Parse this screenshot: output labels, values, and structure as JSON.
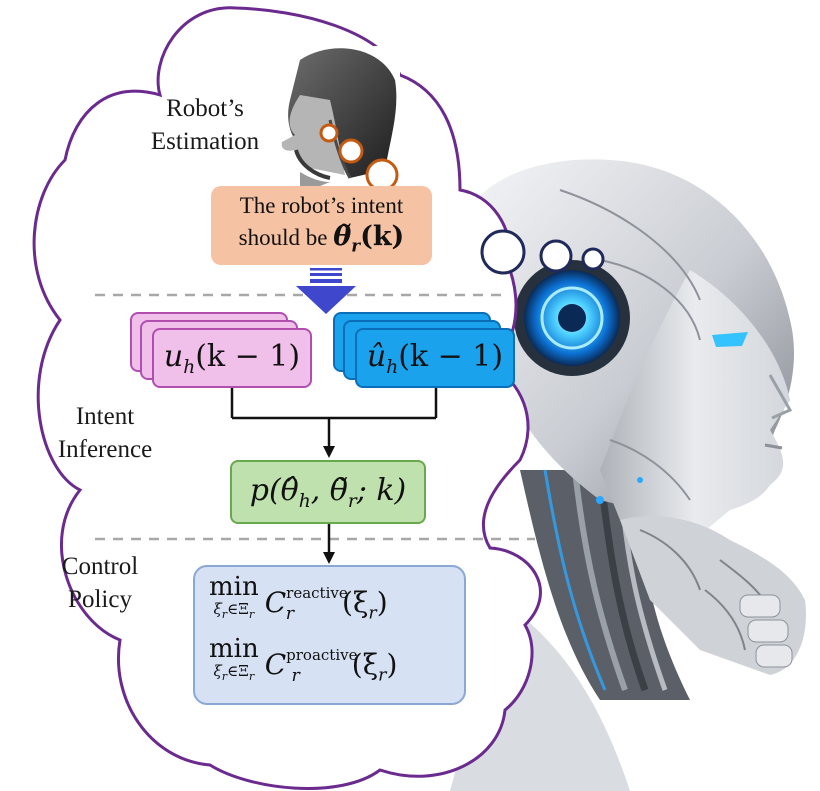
{
  "labels": {
    "robot_estimation": [
      "Robot’s",
      "Estimation"
    ],
    "intent_inference": [
      "Intent",
      "Inference"
    ],
    "control_policy": [
      "Control",
      "Policy"
    ]
  },
  "thought_box": {
    "line1": "The robot’s intent",
    "line2_prefix": "should be",
    "theta": "θ̃",
    "sub": "r",
    "arg": "(k)"
  },
  "inputs": {
    "human_action": {
      "sym": "u",
      "sub": "h",
      "arg": "(k − 1)"
    },
    "predicted_action": {
      "sym": "û",
      "sub": "h",
      "arg": "(k − 1)"
    }
  },
  "probability": {
    "text": "p(θ̂",
    "sub1": "h",
    "mid": ", θ̃",
    "sub2": "r",
    "end": "; k)"
  },
  "policy": {
    "rows": [
      {
        "min": "min",
        "under": "ξ",
        "under_sub": "r",
        "under_rest": "∈Ξ",
        "under_sub2": "r",
        "cost": "C",
        "sup": "reactive",
        "sub": "r",
        "arg_pre": "(ξ",
        "arg_sub": "r",
        "arg_post": ")"
      },
      {
        "min": "min",
        "under": "ξ",
        "under_sub": "r",
        "under_rest": "∈Ξ",
        "under_sub2": "r",
        "cost": "C",
        "sup": "proactive",
        "sub": "r",
        "arg_pre": "(ξ",
        "arg_sub": "r",
        "arg_post": ")"
      }
    ]
  },
  "colors": {
    "cloud_outline": "#6a2a8e",
    "thought_fill": "#f6c2a4",
    "pink_fill": "#f1c0ea",
    "pink_stroke": "#b14fb1",
    "blue_fill": "#1aa3ec",
    "blue_stroke": "#0a6fb8",
    "green_fill": "#bfe1ad",
    "green_stroke": "#6aa84f",
    "policy_fill": "#d6e1f3",
    "policy_stroke": "#8aa7d6",
    "arrow_blue": "#3f48cc",
    "dashed": "#a8a8a8"
  },
  "images": {
    "human": "human-thinking-portrait",
    "robot": "robot-head-thinking"
  }
}
